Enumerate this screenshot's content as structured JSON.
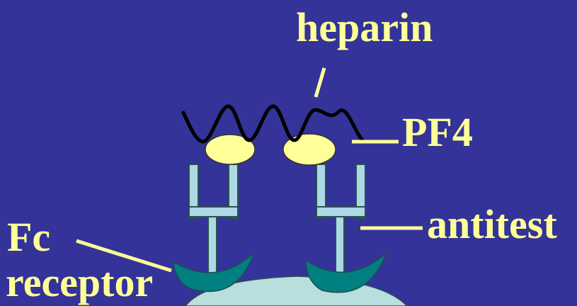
{
  "labels": {
    "heparin": "heparin",
    "pf4": "PF4",
    "antitest": "antitest",
    "fc": "Fc",
    "receptor": "receptor"
  },
  "colors": {
    "background": "#333399",
    "label": "#FFFF99",
    "leader_line": "#FFFF99",
    "heparin_chain": "#000000",
    "pf4": "#FFFF99",
    "antibody_fill": "#ADD8E6",
    "antibody_stroke": "#2F4F4F",
    "fc_receptor": "#008080",
    "cell": "#B9DEDE"
  }
}
